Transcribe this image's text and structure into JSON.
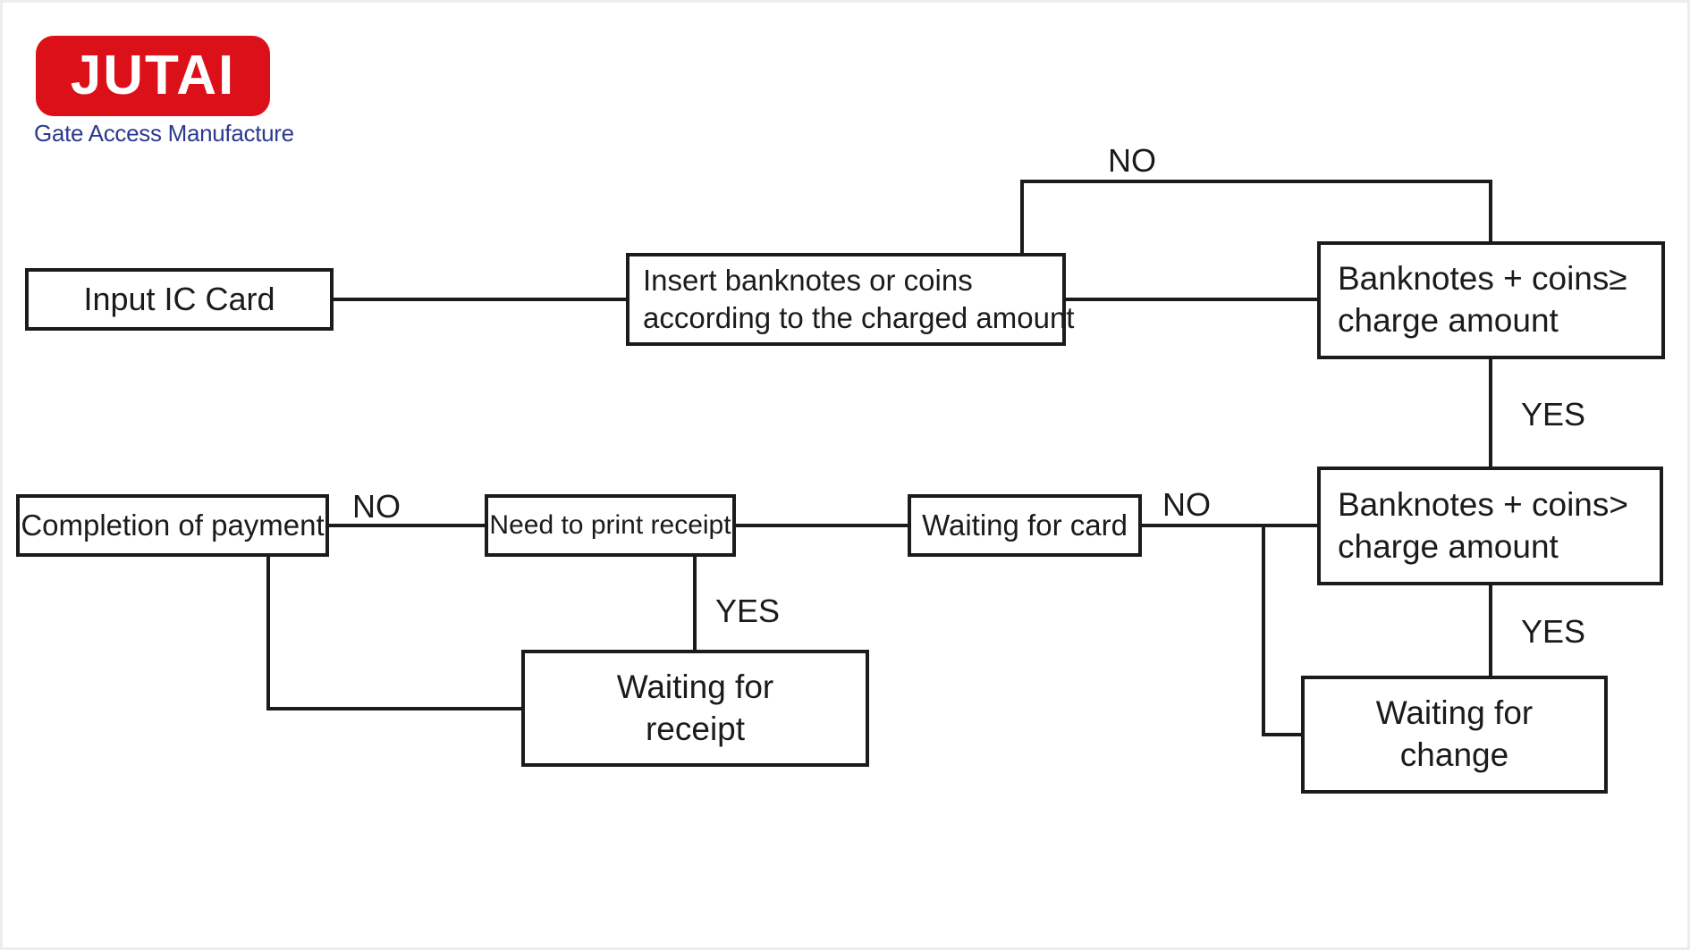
{
  "logo": {
    "brand": "JUTAI",
    "tagline": "Gate Access Manufacture",
    "badge_color": "#dc1018",
    "brand_text_color": "#ffffff",
    "tagline_color": "#2b3a90"
  },
  "flowchart": {
    "line_color": "#1b1b1b",
    "nodes": {
      "input_ic_card": {
        "label": "Input IC Card"
      },
      "insert_banknotes": {
        "line1": "Insert banknotes or coins",
        "line2": "according to the charged amount"
      },
      "banknotes_coins_ge": {
        "line1": "Banknotes + coins≥",
        "line2": "charge amount"
      },
      "completion_of_payment": {
        "label": "Completion of payment"
      },
      "need_to_print_receipt": {
        "label": "Need to print receipt"
      },
      "waiting_for_card": {
        "label": "Waiting for card"
      },
      "banknotes_coins_gt": {
        "line1": "Banknotes + coins>",
        "line2": "charge amount"
      },
      "waiting_for_receipt": {
        "line1": "Waiting for",
        "line2": "receipt"
      },
      "waiting_for_change": {
        "line1": "Waiting for",
        "line2": "change"
      }
    },
    "edge_labels": {
      "top_loop_no": "NO",
      "ge_yes": "YES",
      "completion_no": "NO",
      "card_no": "NO",
      "receipt_yes": "YES",
      "change_yes": "YES"
    }
  }
}
